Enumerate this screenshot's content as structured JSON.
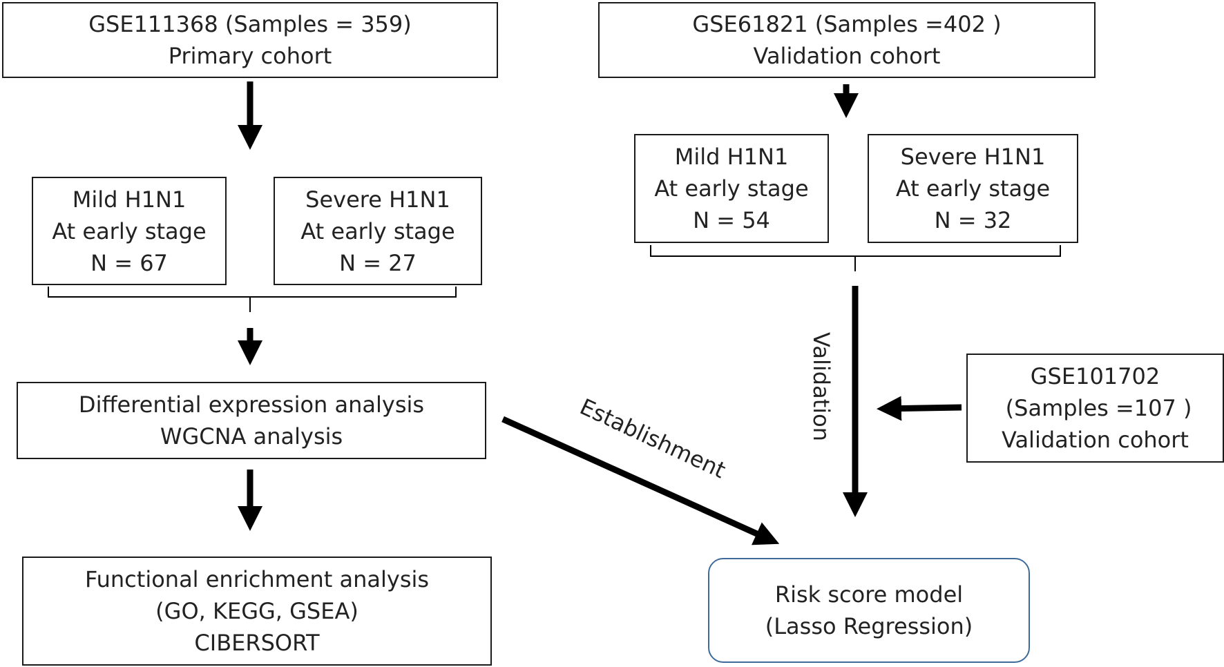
{
  "nodes": {
    "primary": {
      "lines": [
        "GSE111368 (Samples = 359)",
        "Primary cohort"
      ]
    },
    "validation": {
      "lines": [
        "GSE61821 (Samples =402 )",
        "Validation cohort"
      ]
    },
    "mild_primary": {
      "lines": [
        "Mild H1N1",
        "At early stage",
        "N = 67"
      ]
    },
    "severe_primary": {
      "lines": [
        "Severe H1N1",
        "At early stage",
        "N = 27"
      ]
    },
    "mild_validation": {
      "lines": [
        "Mild H1N1",
        "At early stage",
        "N = 54"
      ]
    },
    "severe_validation": {
      "lines": [
        "Severe H1N1",
        "At early stage",
        "N = 32"
      ]
    },
    "diff_expr": {
      "lines": [
        "Differential expression analysis",
        "WGCNA analysis"
      ]
    },
    "functional": {
      "lines": [
        "Functional  enrichment analysis",
        "(GO, KEGG, GSEA)",
        "CIBERSORT"
      ]
    },
    "gse101702": {
      "lines": [
        "GSE101702",
        " (Samples =107 )",
        "Validation cohort"
      ]
    },
    "risk_model": {
      "lines": [
        "Risk score model",
        "(Lasso Regression)"
      ]
    }
  },
  "edges": {
    "establishment": "Establishment",
    "validation": "Validation"
  }
}
